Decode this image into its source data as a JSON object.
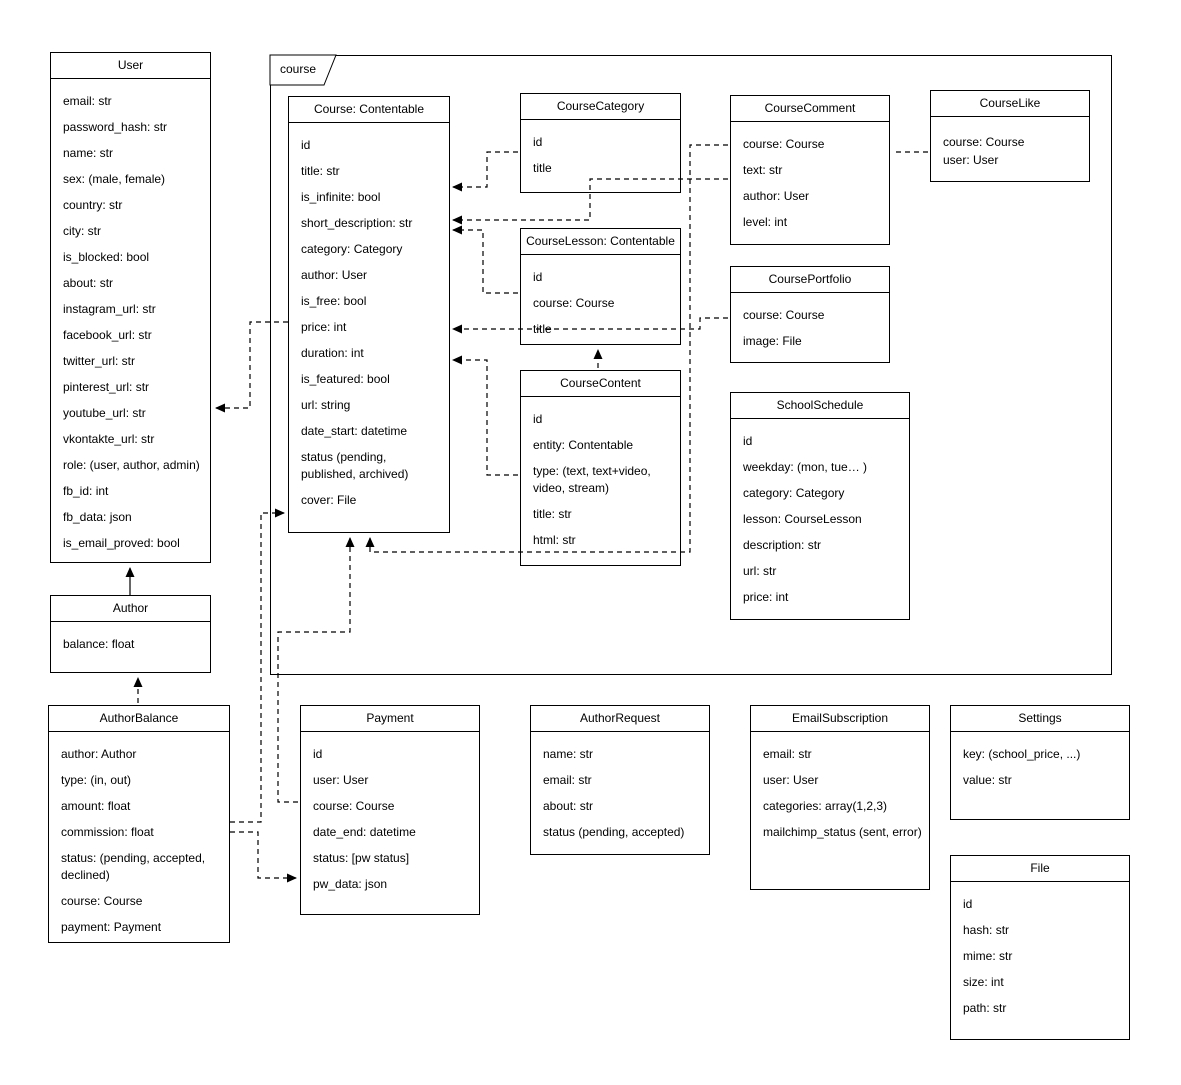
{
  "frame": {
    "label": "course"
  },
  "colors": {
    "stroke": "#000000",
    "background": "#ffffff"
  },
  "entities": {
    "user": {
      "name": "User",
      "attributes": [
        "email: str",
        "password_hash: str",
        "name: str",
        "sex: (male, female)",
        "country: str",
        "city: str",
        "is_blocked: bool",
        "about: str",
        "instagram_url: str",
        "facebook_url: str",
        "twitter_url: str",
        "pinterest_url: str",
        "youtube_url: str",
        "vkontakte_url: str",
        "role: (user, author, admin)",
        "fb_id: int",
        "fb_data: json",
        "is_email_proved: bool"
      ]
    },
    "author": {
      "name": "Author",
      "attributes": [
        "balance: float"
      ]
    },
    "author_balance": {
      "name": "AuthorBalance",
      "attributes": [
        "author: Author",
        "type: (in, out)",
        "amount: float",
        "commission: float",
        "status: (pending, accepted, declined)",
        "course: Course",
        "payment: Payment"
      ]
    },
    "course": {
      "name": "Course: Contentable",
      "attributes": [
        "id",
        "title: str",
        "is_infinite: bool",
        "short_description: str",
        "category: Category",
        "author: User",
        "is_free: bool",
        "price: int",
        "duration: int",
        "is_featured: bool",
        "url: string",
        "date_start: datetime",
        "status (pending, published, archived)",
        "cover: File"
      ]
    },
    "course_category": {
      "name": "CourseCategory",
      "attributes": [
        "id",
        "title"
      ]
    },
    "course_lesson": {
      "name": "CourseLesson: Contentable",
      "attributes": [
        "id",
        "course: Course",
        "title"
      ]
    },
    "course_content": {
      "name": "CourseContent",
      "attributes": [
        "id",
        "entity: Contentable",
        "type: (text, text+video, video, stream)",
        "title: str",
        "html: str"
      ]
    },
    "course_comment": {
      "name": "CourseComment",
      "attributes": [
        "course: Course",
        "text: str",
        "author: User",
        "level: int"
      ]
    },
    "course_like": {
      "name": "CourseLike",
      "attributes": [
        "course: Course",
        "user: User"
      ]
    },
    "course_portfolio": {
      "name": "CoursePortfolio",
      "attributes": [
        "course: Course",
        "image: File"
      ]
    },
    "school_schedule": {
      "name": "SchoolSchedule",
      "attributes": [
        "id",
        "weekday: (mon, tue… )",
        "category: Category",
        "lesson: CourseLesson",
        "description: str",
        "url: str",
        "price: int"
      ]
    },
    "payment": {
      "name": "Payment",
      "attributes": [
        "id",
        "user: User",
        "course: Course",
        "date_end: datetime",
        "status: [pw status]",
        "pw_data: json"
      ]
    },
    "author_request": {
      "name": "AuthorRequest",
      "attributes": [
        "name: str",
        "email: str",
        "about: str",
        "status (pending, accepted)"
      ]
    },
    "email_subscription": {
      "name": "EmailSubscription",
      "attributes": [
        "email: str",
        "user: User",
        "categories: array(1,2,3)",
        "mailchimp_status (sent, error)"
      ]
    },
    "settings": {
      "name": "Settings",
      "attributes": [
        "key: (school_price, ...)",
        "value: str"
      ]
    },
    "file": {
      "name": "File",
      "attributes": [
        "id",
        "hash: str",
        "mime: str",
        "size: int",
        "path: str"
      ]
    }
  }
}
